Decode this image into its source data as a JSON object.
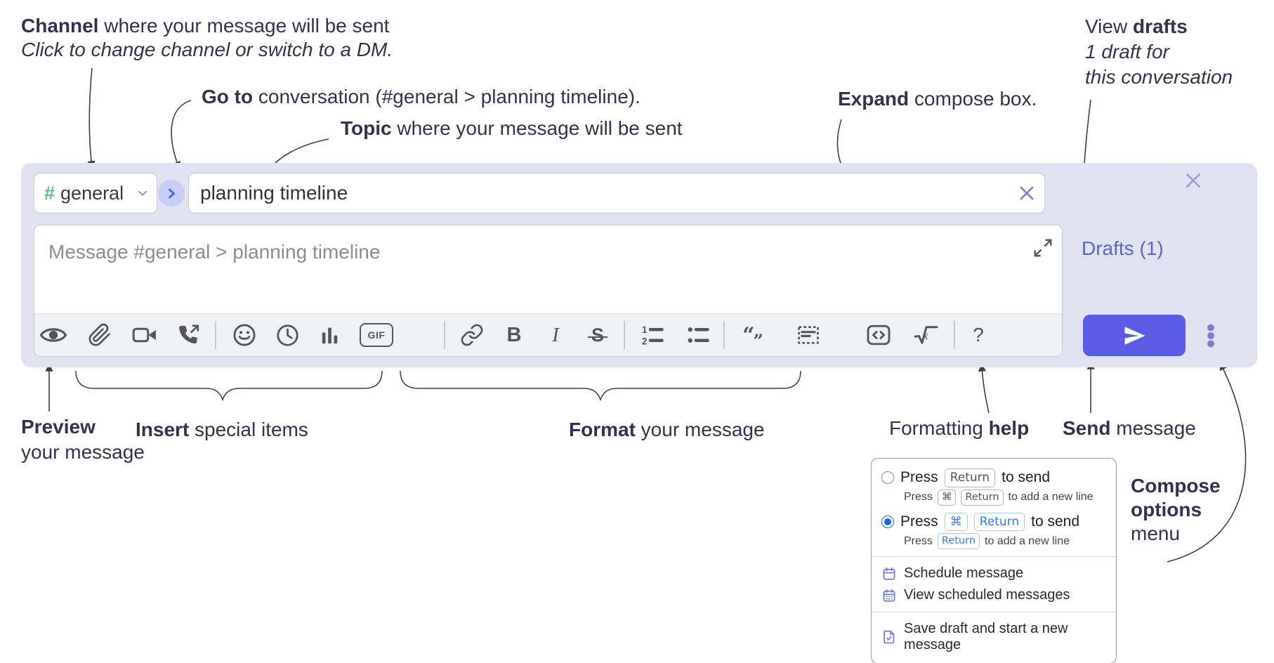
{
  "annotations": {
    "channel": {
      "bold": "Channel",
      "rest": " where your message will be sent",
      "line2": "Click to change channel or switch to a DM."
    },
    "goto": {
      "bold": "Go to",
      "rest": " conversation (#general > planning timeline)."
    },
    "topic": {
      "bold": "Topic",
      "rest": " where your message will be sent"
    },
    "expand": {
      "bold": "Expand",
      "rest": " compose box."
    },
    "view_drafts": {
      "pre": "View ",
      "bold": "drafts",
      "line2": "1 draft for",
      "line3": "this conversation"
    },
    "preview": {
      "bold": "Preview",
      "line2": "your message"
    },
    "insert": {
      "bold": "Insert",
      "rest": " special items"
    },
    "format": {
      "bold": "Format",
      "rest": " your message"
    },
    "help": {
      "pre": "Formatting ",
      "bold": "help"
    },
    "send": {
      "bold": "Send",
      "rest": " message"
    },
    "compose_options": {
      "line1": "Compose",
      "line2": "options",
      "line3": "menu"
    }
  },
  "compose": {
    "channel_hash": "#",
    "channel_name": "general",
    "topic_value": "planning timeline",
    "message_placeholder": "Message #general > planning timeline",
    "drafts_label": "Drafts (1)",
    "glyphs": {
      "gif": "GIF",
      "bold": "B",
      "italic": "I",
      "strike": "S",
      "math": "x",
      "help": "?",
      "quote_open": "“",
      "quote_close": "”"
    }
  },
  "popup": {
    "option1": {
      "pre": "Press",
      "key": "Return",
      "post": "to send",
      "sub_pre": "Press",
      "sub_key1": "⌘",
      "sub_key2": "Return",
      "sub_post": "to add a new line"
    },
    "option2": {
      "pre": "Press",
      "key1": "⌘",
      "key2": "Return",
      "post": "to send",
      "sub_pre": "Press",
      "sub_key": "Return",
      "sub_post": "to add a new line"
    },
    "menu": [
      "Schedule message",
      "View scheduled messages",
      "Save draft and start a new message"
    ]
  },
  "colors": {
    "compose_bg": "#e0e2f1",
    "send_button": "#5a5ce6",
    "channel_hash": "#64c08e",
    "drafts_link": "#5e66c4",
    "annotation_text": "#353250",
    "selected_radio": "#1569df",
    "menu_icon": "#7478e2"
  }
}
